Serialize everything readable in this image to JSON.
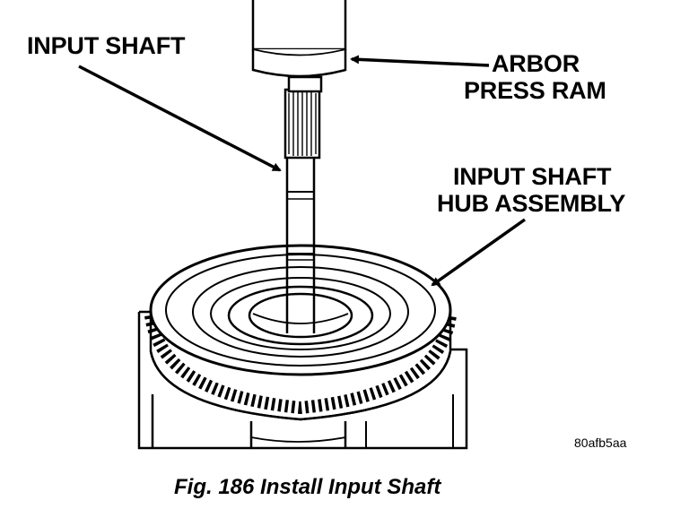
{
  "labels": {
    "input_shaft": "INPUT SHAFT",
    "arbor_press_ram_line1": "ARBOR",
    "arbor_press_ram_line2": "PRESS RAM",
    "hub_assembly_line1": "INPUT SHAFT",
    "hub_assembly_line2": "HUB ASSEMBLY"
  },
  "image_code": "80afb5aa",
  "caption": "Fig. 186 Install Input Shaft",
  "colors": {
    "ink": "#000000",
    "paper": "#ffffff"
  }
}
